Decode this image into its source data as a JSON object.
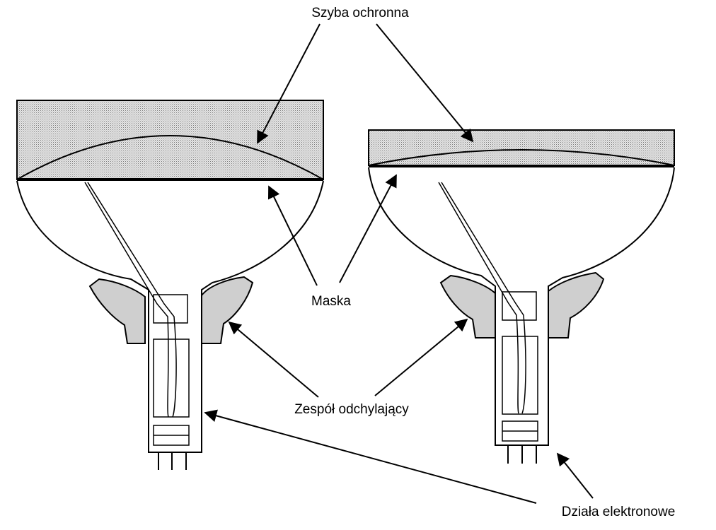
{
  "labels": {
    "protective_glass": "Szyba ochronna",
    "mask": "Maska",
    "deflection_unit": "Zespół odchylający",
    "electron_guns": "Działa elektronowe"
  },
  "colors": {
    "ink": "#000000",
    "background": "#ffffff",
    "glass_fill": "#d4d4d4",
    "yoke_fill": "#cfcfcf"
  }
}
